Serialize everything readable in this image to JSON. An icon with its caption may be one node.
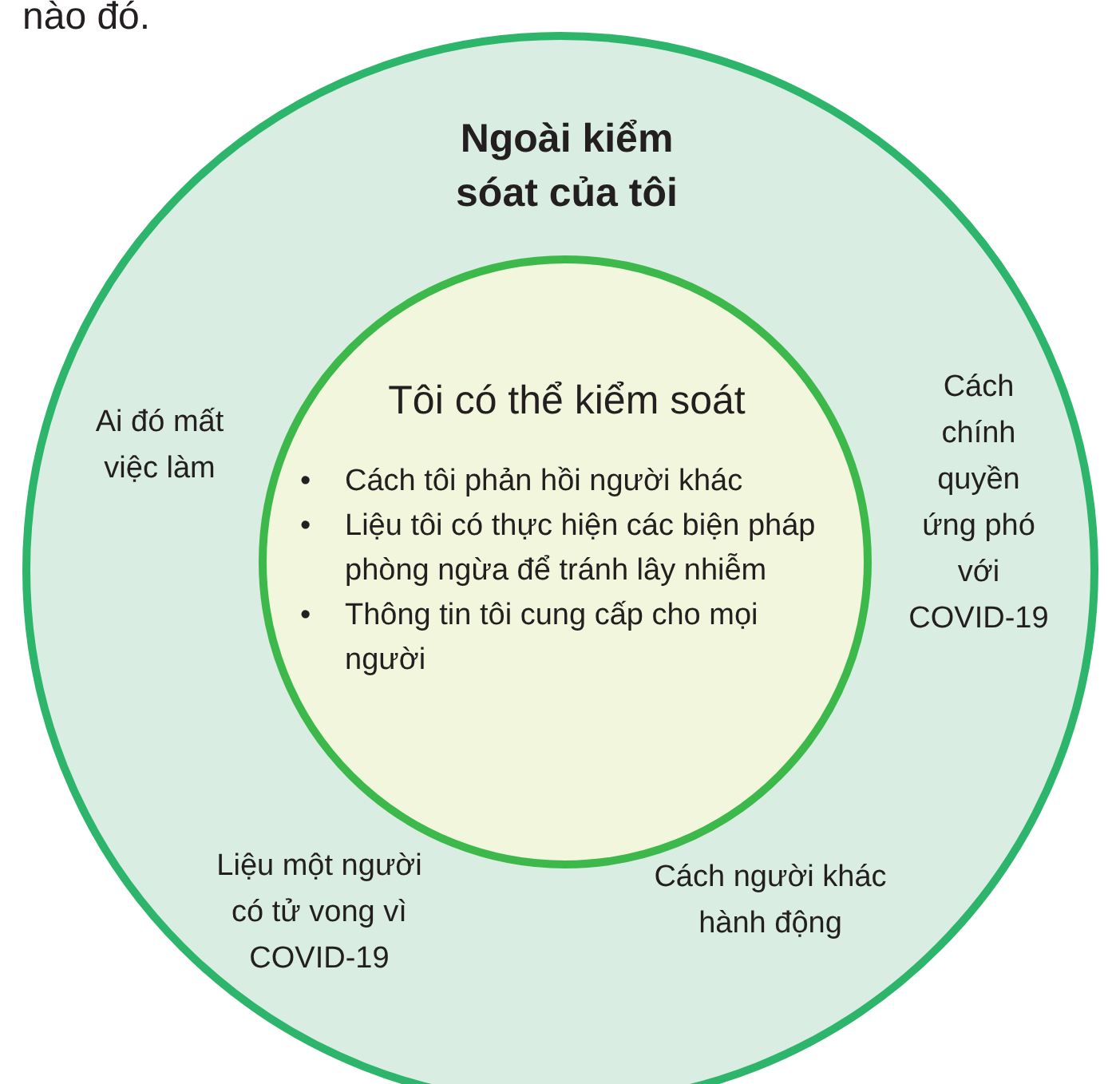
{
  "diagram": {
    "nodes": [
      {
        "text": [
          "Ngoài kiểm sóat của tôi",
          "Ai đó mất việc làm",
          "Cách chính quyền ứng phó với COVID-19",
          "Liệu một người có tử vong vì COVID-19",
          "Cách người khác hành động"
        ]
      },
      {
        "text": [
          "Tôi có thể kiểm soát",
          "•\tCách tôi phản hồi người khác",
          "•\tLiệu tôi có thực hiện các biện pháp phòng ngừa để tránh lây nhiễm",
          "•\tThông tin tôi cung cấp cho mọi người"
        ],
        "in": 0
      }
    ],
    "labels": [
      "nào đó."
    ]
  }
}
